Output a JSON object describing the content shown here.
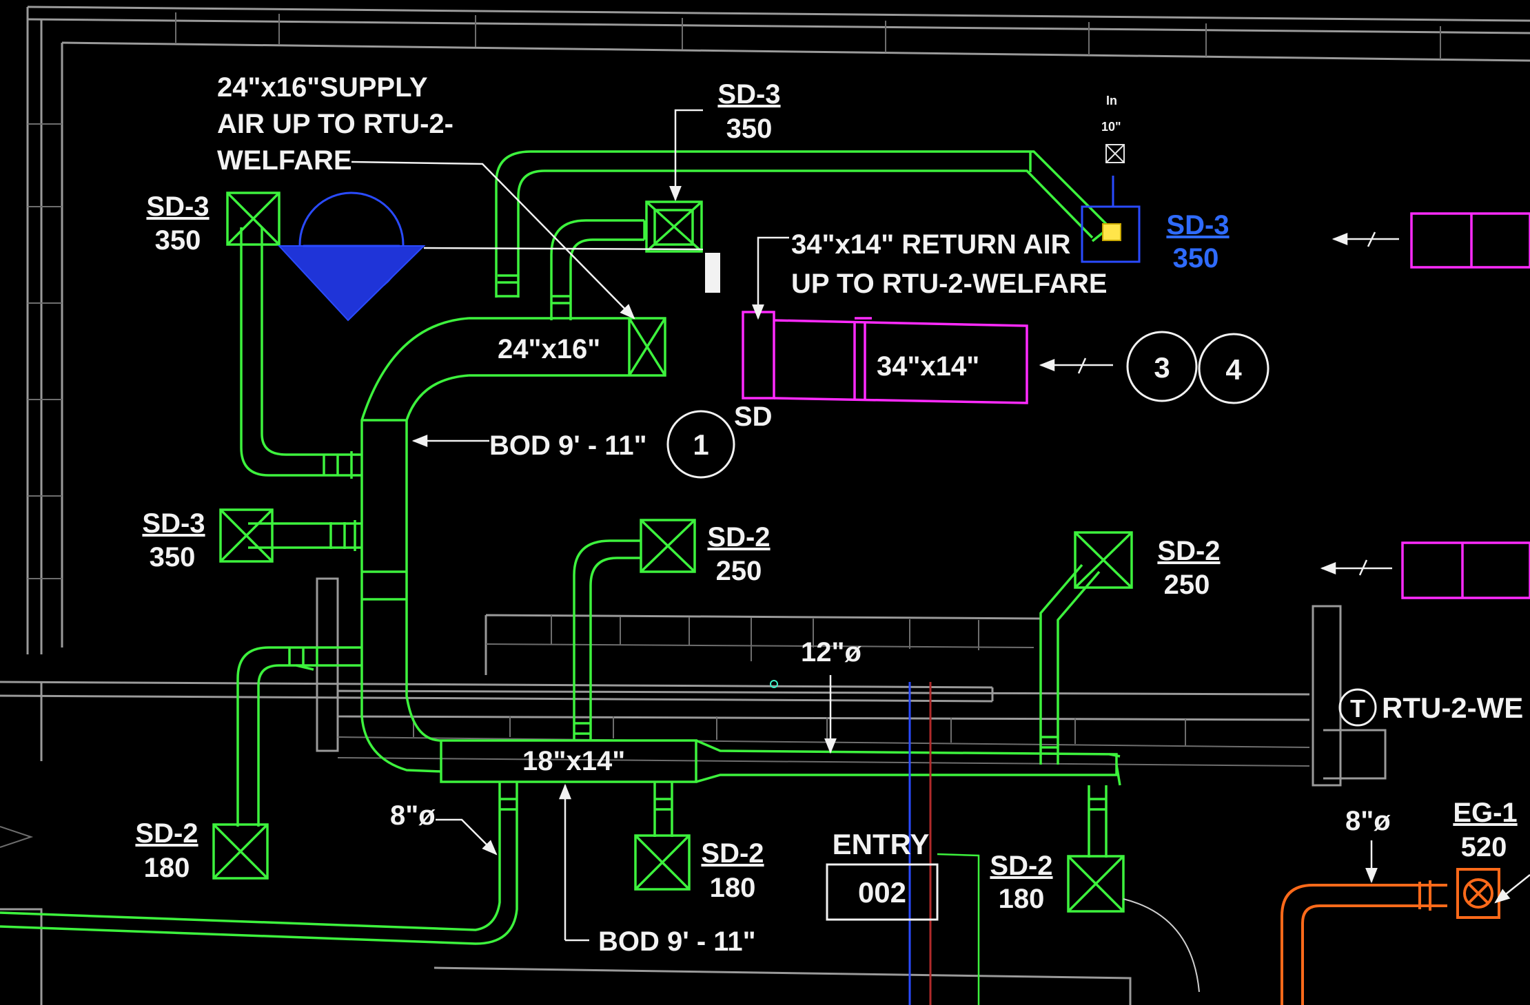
{
  "labels": {
    "supply_note": [
      "24\"x16\"SUPPLY",
      "AIR UP TO RTU-2-",
      "WELFARE"
    ],
    "return_note": [
      "34\"x14\" RETURN AIR",
      "UP TO RTU-2-WELFARE"
    ],
    "duct_24x16": "24\"x16\"",
    "duct_34x14": "34\"x14\"",
    "duct_18x14": "18\"x14\"",
    "dia_12": "12\"ø",
    "dia_8_left": "8\"ø",
    "dia_8_right": "8\"ø",
    "bod_upper": "BOD 9' - 11\"",
    "bod_lower": "BOD 9' - 11\"",
    "sd_small": "SD",
    "entry_label": "ENTRY",
    "entry_number": "002",
    "rtu_tag_letter": "T",
    "rtu_label": "RTU-2-WE",
    "tiny_in": "In",
    "tiny_10": "10\""
  },
  "callouts": {
    "c1": "1",
    "c3": "3",
    "c4": "4"
  },
  "diffusers": [
    {
      "tag": "SD-3",
      "cfm": "350"
    },
    {
      "tag": "SD-3",
      "cfm": "350"
    },
    {
      "tag": "SD-3",
      "cfm": "350"
    },
    {
      "tag": "SD-3",
      "cfm": "350"
    },
    {
      "tag": "SD-2",
      "cfm": "250"
    },
    {
      "tag": "SD-2",
      "cfm": "250"
    },
    {
      "tag": "SD-2",
      "cfm": "180"
    },
    {
      "tag": "SD-2",
      "cfm": "180"
    },
    {
      "tag": "SD-2",
      "cfm": "180"
    },
    {
      "tag": "EG-1",
      "cfm": "520"
    }
  ],
  "colors": {
    "supply_duct": "#3df23d",
    "return_duct": "#ff2bff",
    "blue_equipment": "#2a4bff",
    "exhaust_duct": "#ff6a1a",
    "walls": "#9a9a9a",
    "text": "#f2f2f2",
    "background": "#000000"
  }
}
